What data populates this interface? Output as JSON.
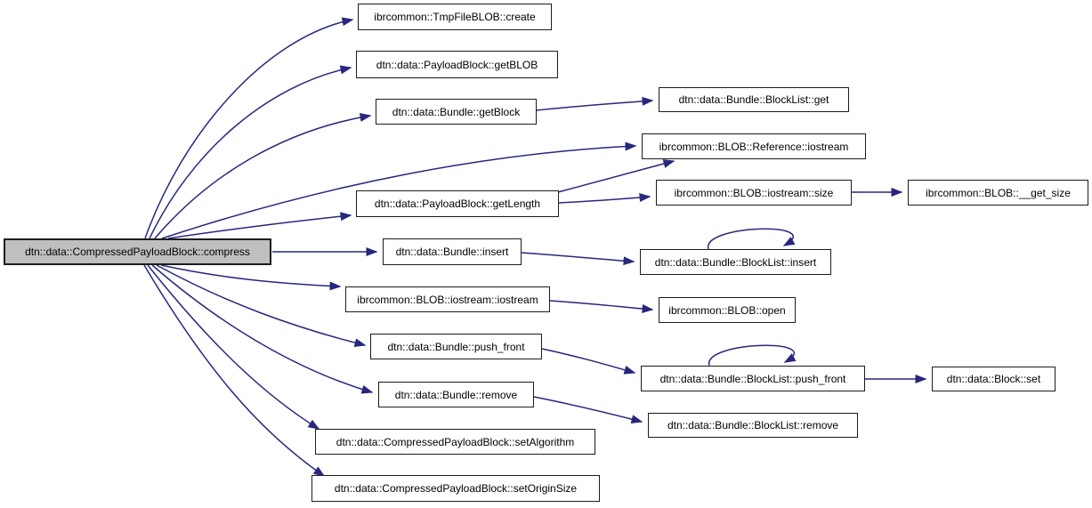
{
  "diagram": {
    "type": "call-graph",
    "colors": {
      "background": "#ffffff",
      "edge": "#27277d",
      "node_border": "#1c1c1c",
      "node_fill": "#ffffff",
      "highlight_node_fill": "#bfbfbf",
      "text": "#000000"
    },
    "nodes": [
      {
        "id": "compress",
        "label": "dtn::data::CompressedPayloadBlock::compress",
        "highlight": true
      },
      {
        "id": "create",
        "label": "ibrcommon::TmpFileBLOB::create"
      },
      {
        "id": "getBLOB",
        "label": "dtn::data::PayloadBlock::getBLOB"
      },
      {
        "id": "getBlock",
        "label": "dtn::data::Bundle::getBlock"
      },
      {
        "id": "blocklist_get",
        "label": "dtn::data::Bundle::BlockList::get"
      },
      {
        "id": "ref_iostream",
        "label": "ibrcommon::BLOB::Reference::iostream"
      },
      {
        "id": "getLength",
        "label": "dtn::data::PayloadBlock::getLength"
      },
      {
        "id": "iostream_size",
        "label": "ibrcommon::BLOB::iostream::size"
      },
      {
        "id": "get_size",
        "label": "ibrcommon::BLOB::__get_size"
      },
      {
        "id": "bundle_insert",
        "label": "dtn::data::Bundle::insert"
      },
      {
        "id": "blocklist_insert",
        "label": "dtn::data::Bundle::BlockList::insert"
      },
      {
        "id": "blob_iostream_ctor",
        "label": "ibrcommon::BLOB::iostream::iostream"
      },
      {
        "id": "blob_open",
        "label": "ibrcommon::BLOB::open"
      },
      {
        "id": "bundle_push_front",
        "label": "dtn::data::Bundle::push_front"
      },
      {
        "id": "blocklist_push_front",
        "label": "dtn::data::Bundle::BlockList::push_front"
      },
      {
        "id": "block_set",
        "label": "dtn::data::Block::set"
      },
      {
        "id": "bundle_remove",
        "label": "dtn::data::Bundle::remove"
      },
      {
        "id": "blocklist_remove",
        "label": "dtn::data::Bundle::BlockList::remove"
      },
      {
        "id": "setAlgorithm",
        "label": "dtn::data::CompressedPayloadBlock::setAlgorithm"
      },
      {
        "id": "setOriginSize",
        "label": "dtn::data::CompressedPayloadBlock::setOriginSize"
      }
    ],
    "edges": [
      {
        "from": "compress",
        "to": "create"
      },
      {
        "from": "compress",
        "to": "getBLOB"
      },
      {
        "from": "compress",
        "to": "getBlock"
      },
      {
        "from": "compress",
        "to": "ref_iostream"
      },
      {
        "from": "compress",
        "to": "getLength"
      },
      {
        "from": "compress",
        "to": "bundle_insert"
      },
      {
        "from": "compress",
        "to": "blob_iostream_ctor"
      },
      {
        "from": "compress",
        "to": "bundle_push_front"
      },
      {
        "from": "compress",
        "to": "bundle_remove"
      },
      {
        "from": "compress",
        "to": "setAlgorithm"
      },
      {
        "from": "compress",
        "to": "setOriginSize"
      },
      {
        "from": "getBlock",
        "to": "blocklist_get"
      },
      {
        "from": "getLength",
        "to": "ref_iostream"
      },
      {
        "from": "getLength",
        "to": "iostream_size"
      },
      {
        "from": "iostream_size",
        "to": "get_size"
      },
      {
        "from": "bundle_insert",
        "to": "blocklist_insert"
      },
      {
        "from": "blocklist_insert",
        "to": "blocklist_insert"
      },
      {
        "from": "blob_iostream_ctor",
        "to": "blob_open"
      },
      {
        "from": "bundle_push_front",
        "to": "blocklist_push_front"
      },
      {
        "from": "blocklist_push_front",
        "to": "blocklist_push_front"
      },
      {
        "from": "blocklist_push_front",
        "to": "block_set"
      },
      {
        "from": "bundle_remove",
        "to": "blocklist_remove"
      }
    ]
  }
}
